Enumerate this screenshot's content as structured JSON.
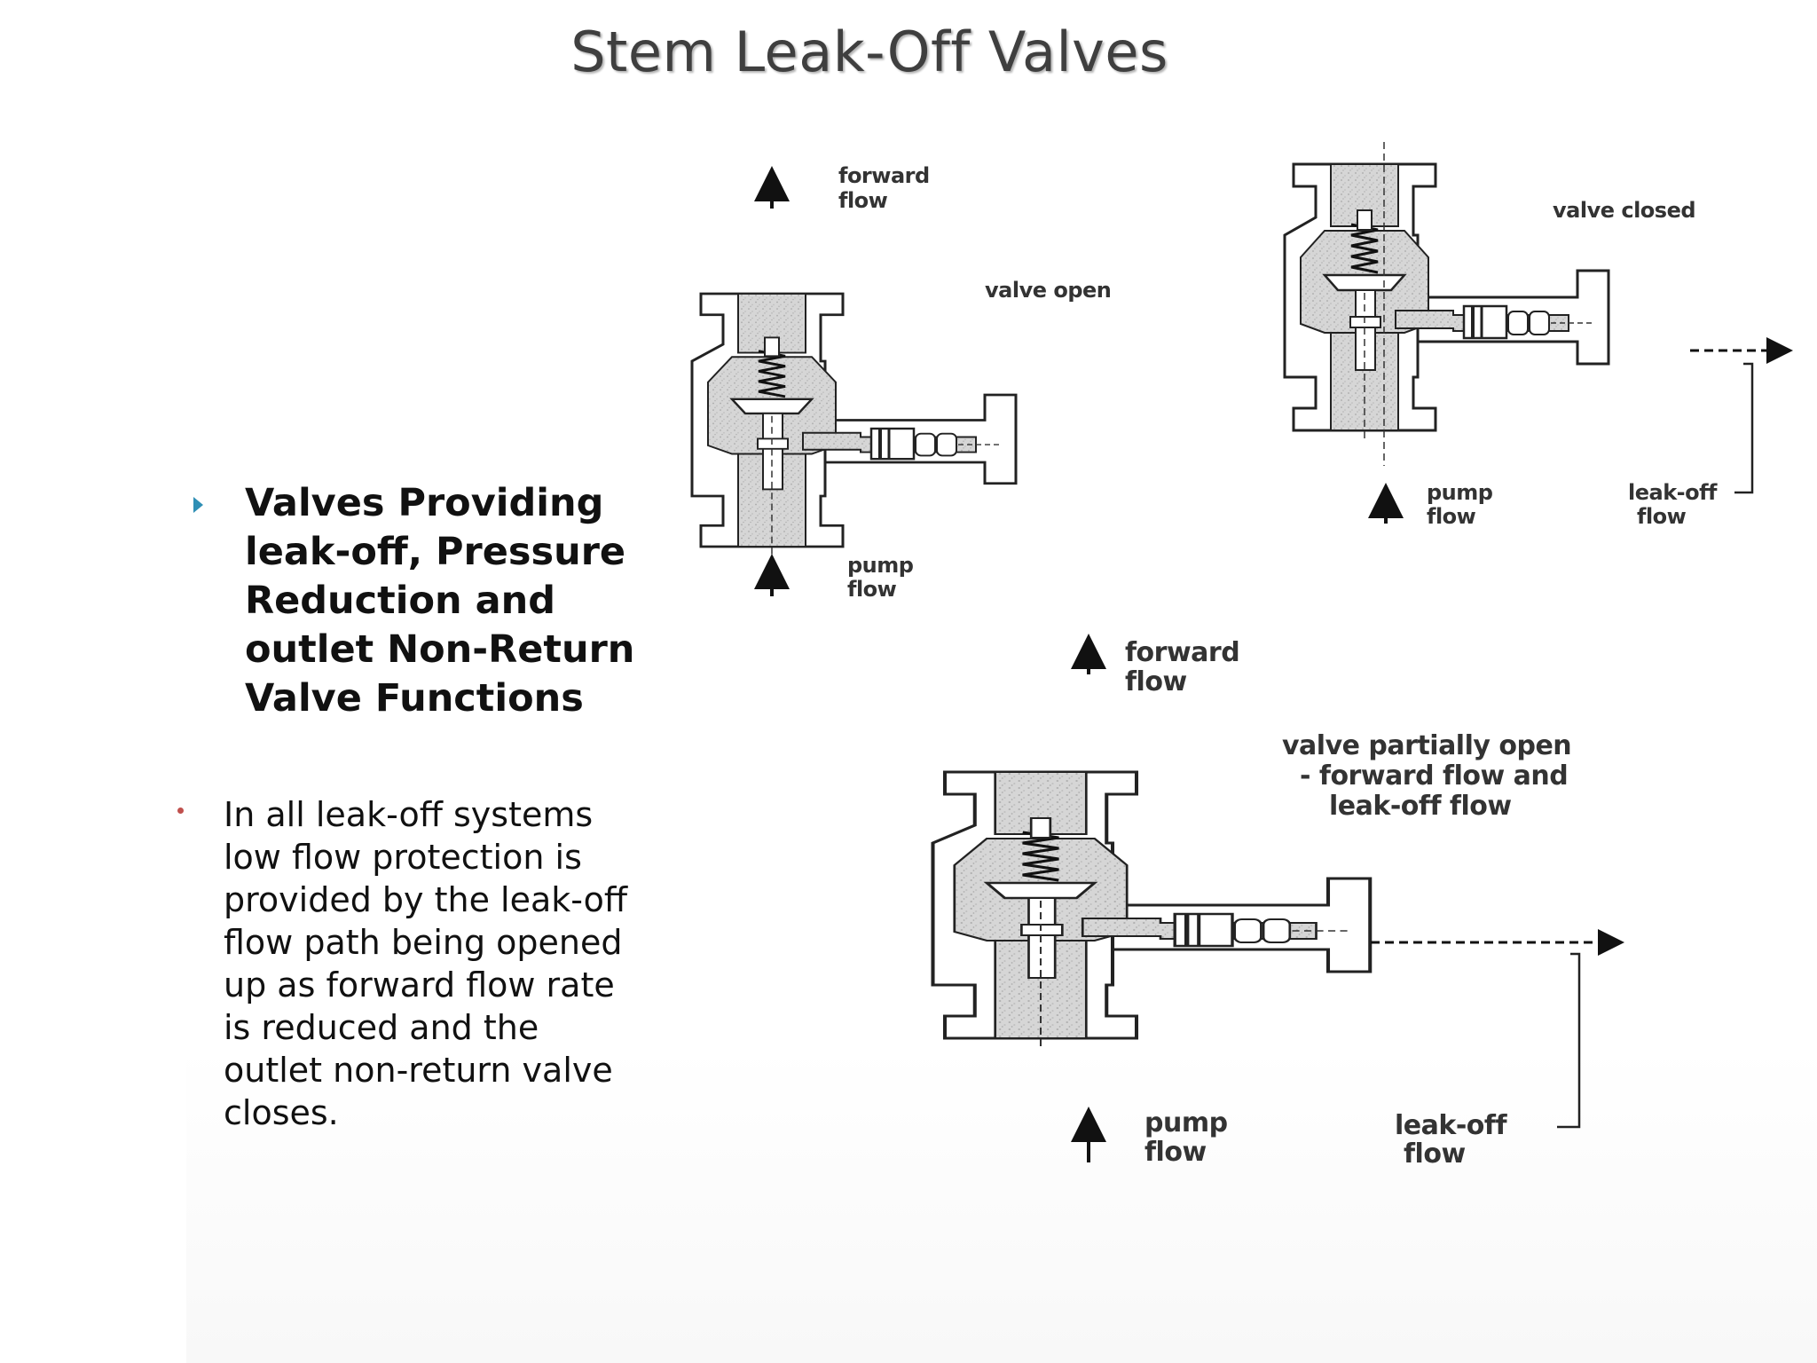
{
  "title": "Stem Leak-Off  Valves",
  "bullets": {
    "main": "Valves Providing leak-off, Pressure Reduction and outlet Non-Return Valve Functions",
    "sub": "In all leak-off systems low flow protection is provided by the leak-off flow path being opened up as forward flow rate is reduced and the outlet non-return valve closes."
  },
  "diagrams": {
    "open": {
      "state_label": "valve open",
      "forward_label": [
        "forward",
        "flow"
      ],
      "pump_label": [
        "pump",
        "flow"
      ]
    },
    "closed": {
      "state_label": "valve closed",
      "pump_label": [
        "pump",
        "flow"
      ],
      "leakoff_label": [
        "leak-off",
        "flow"
      ]
    },
    "partial": {
      "state_label": [
        "valve partially open",
        "- forward flow and",
        "leak-off flow"
      ],
      "forward_label": [
        "forward",
        "flow"
      ],
      "pump_label": [
        "pump",
        "flow"
      ],
      "leakoff_label": [
        "leak-off",
        "flow"
      ]
    }
  },
  "colors": {
    "title": "#3f3f3f",
    "bullet_arrow": "#2f8fb5",
    "sub_bullet_dot": "#c0504d",
    "valve_fill": "#d4d4d4",
    "line": "#222222"
  }
}
